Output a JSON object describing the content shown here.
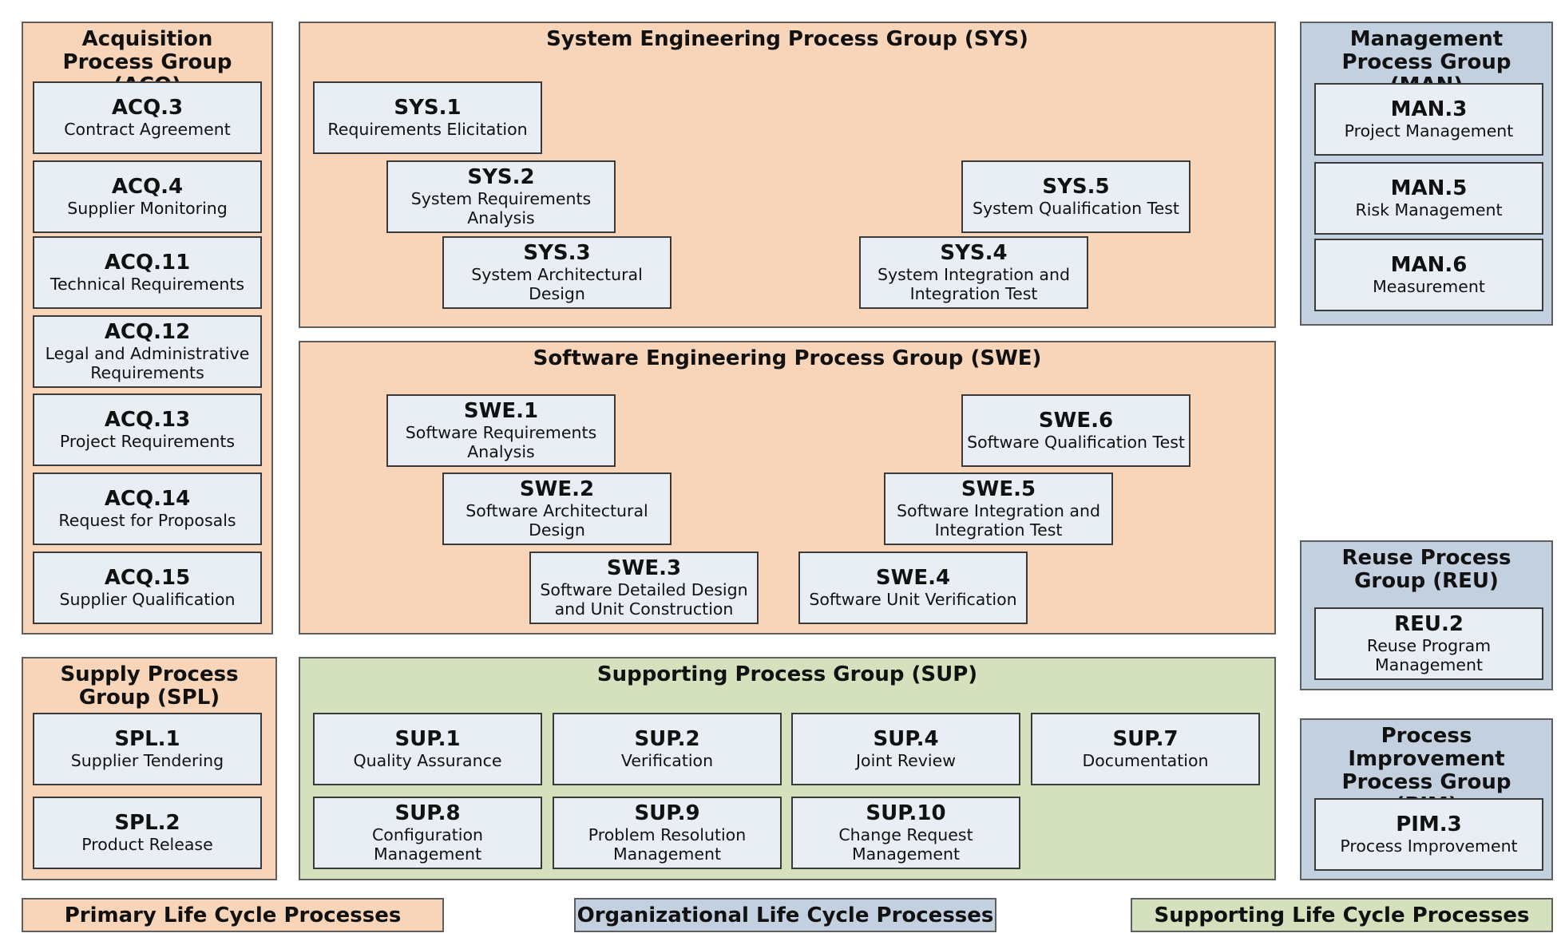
{
  "groups": {
    "acq": {
      "title": "Acquisition Process Group (ACQ)",
      "items": [
        {
          "code": "ACQ.3",
          "name": "Contract Agreement"
        },
        {
          "code": "ACQ.4",
          "name": "Supplier Monitoring"
        },
        {
          "code": "ACQ.11",
          "name": "Technical Requirements"
        },
        {
          "code": "ACQ.12",
          "name": "Legal and Administrative Requirements"
        },
        {
          "code": "ACQ.13",
          "name": "Project Requirements"
        },
        {
          "code": "ACQ.14",
          "name": "Request for Proposals"
        },
        {
          "code": "ACQ.15",
          "name": "Supplier Qualification"
        }
      ]
    },
    "sys": {
      "title": "System Engineering Process Group (SYS)",
      "items": [
        {
          "code": "SYS.1",
          "name": "Requirements Elicitation"
        },
        {
          "code": "SYS.2",
          "name": "System Requirements Analysis"
        },
        {
          "code": "SYS.3",
          "name": "System Architectural Design"
        },
        {
          "code": "SYS.4",
          "name": "System Integration and Integration Test"
        },
        {
          "code": "SYS.5",
          "name": "System Qualification Test"
        }
      ]
    },
    "man": {
      "title": "Management Process Group (MAN)",
      "items": [
        {
          "code": "MAN.3",
          "name": "Project Management"
        },
        {
          "code": "MAN.5",
          "name": "Risk Management"
        },
        {
          "code": "MAN.6",
          "name": "Measurement"
        }
      ]
    },
    "swe": {
      "title": "Software Engineering Process Group (SWE)",
      "items": [
        {
          "code": "SWE.1",
          "name": "Software Requirements Analysis"
        },
        {
          "code": "SWE.2",
          "name": "Software Architectural Design"
        },
        {
          "code": "SWE.3",
          "name": "Software Detailed Design and Unit Construction"
        },
        {
          "code": "SWE.4",
          "name": "Software Unit Verification"
        },
        {
          "code": "SWE.5",
          "name": "Software Integration and Integration Test"
        },
        {
          "code": "SWE.6",
          "name": "Software Qualification Test"
        }
      ]
    },
    "reu": {
      "title": "Reuse Process Group (REU)",
      "items": [
        {
          "code": "REU.2",
          "name": "Reuse Program Management"
        }
      ]
    },
    "spl": {
      "title": "Supply Process Group (SPL)",
      "items": [
        {
          "code": "SPL.1",
          "name": "Supplier Tendering"
        },
        {
          "code": "SPL.2",
          "name": "Product Release"
        }
      ]
    },
    "sup": {
      "title": "Supporting Process Group (SUP)",
      "items": [
        {
          "code": "SUP.1",
          "name": "Quality Assurance"
        },
        {
          "code": "SUP.2",
          "name": "Verification"
        },
        {
          "code": "SUP.4",
          "name": "Joint Review"
        },
        {
          "code": "SUP.7",
          "name": "Documentation"
        },
        {
          "code": "SUP.8",
          "name": "Configuration Management"
        },
        {
          "code": "SUP.9",
          "name": "Problem Resolution Management"
        },
        {
          "code": "SUP.10",
          "name": "Change Request Management"
        }
      ]
    },
    "pim": {
      "title": "Process Improvement Process Group (PIM)",
      "items": [
        {
          "code": "PIM.3",
          "name": "Process Improvement"
        }
      ]
    }
  },
  "legend": {
    "primary": "Primary Life Cycle Processes",
    "organizational": "Organizational Life Cycle Processes",
    "supporting": "Supporting Life Cycle Processes"
  },
  "colors": {
    "primary": "#f8d5b8",
    "organizational": "#c2d0df",
    "supporting": "#d5e1bd",
    "process_box": "#e9eef5"
  }
}
